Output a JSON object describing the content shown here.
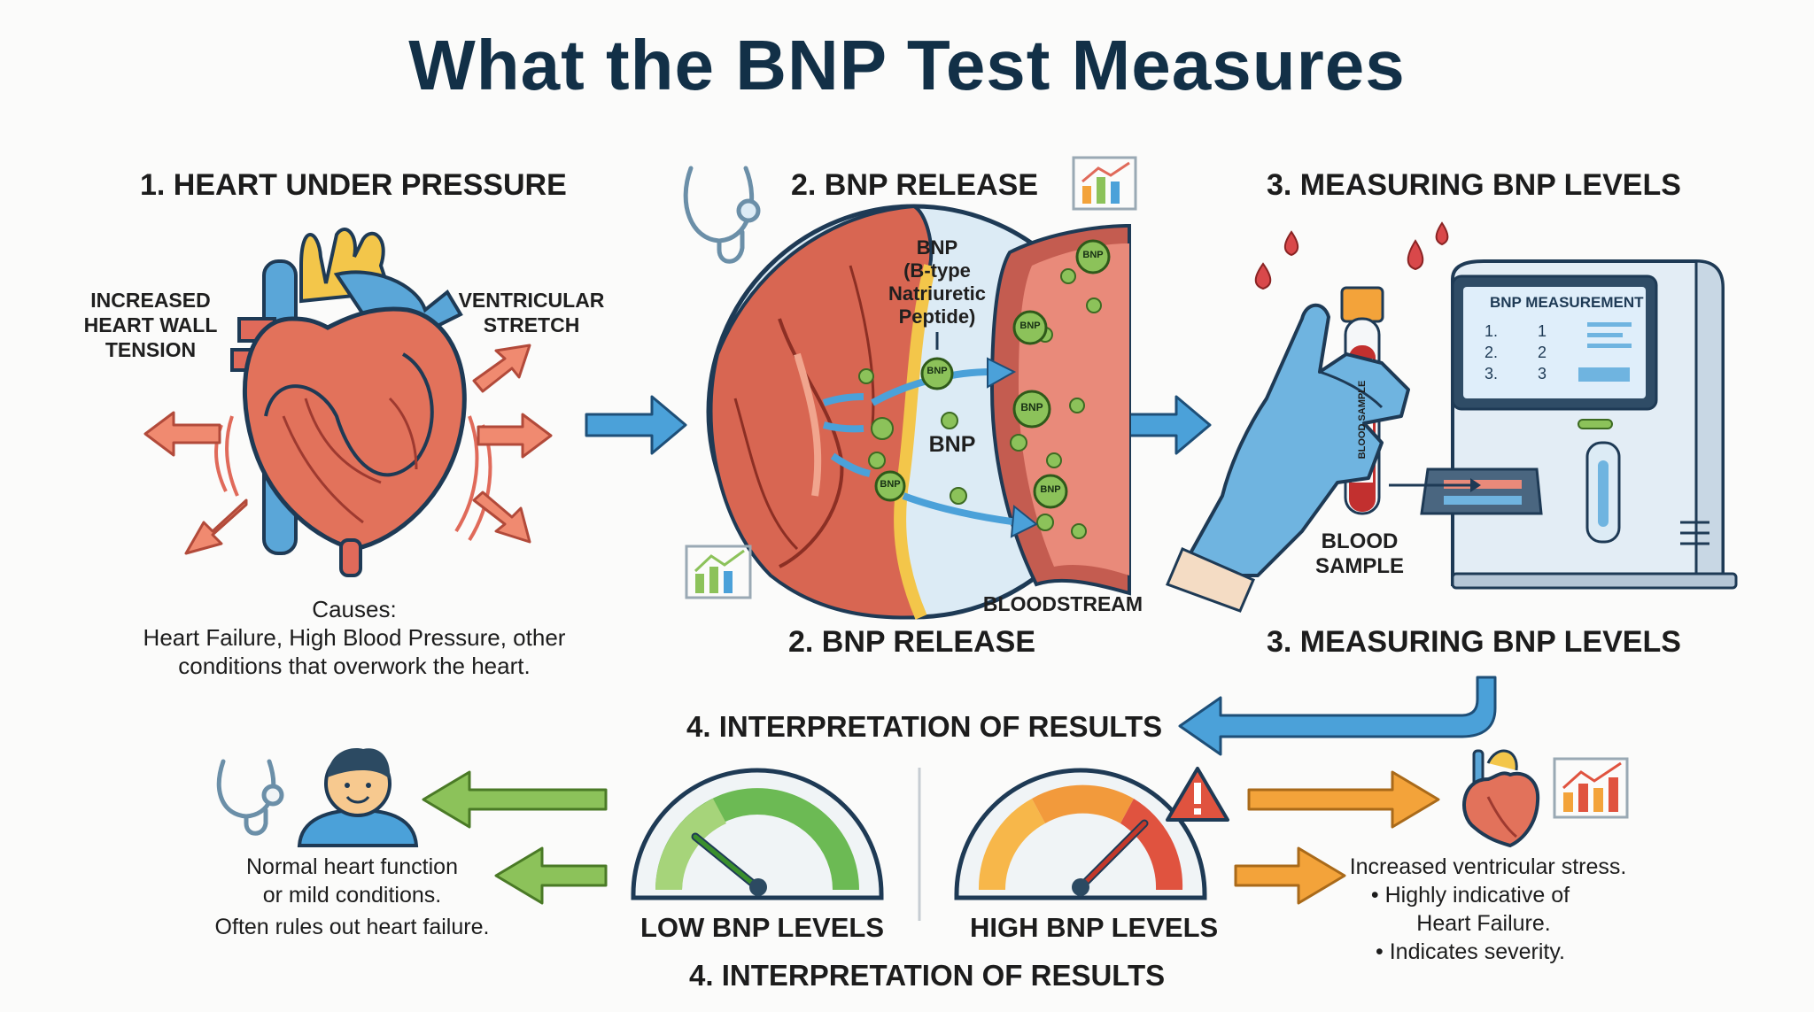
{
  "title": "What the BNP Test Measures",
  "colors": {
    "title": "#123047",
    "arrow_blue": "#4ba1d9",
    "arrow_red": "#e8806a",
    "arrow_green": "#8cc25a",
    "arrow_orange": "#f3a33a"
  },
  "section1": {
    "heading": "1. HEART UNDER PRESSURE",
    "label_left": "INCREASED HEART WALL TENSION",
    "label_right": "VENTRICULAR STRETCH",
    "causes_title": "Causes:",
    "causes_line1": "Heart Failure, High Blood Pressure, other",
    "causes_line2": "conditions that overwork the heart."
  },
  "section2": {
    "heading": "2. BNP RELEASE",
    "bnp_name_1": "BNP",
    "bnp_name_2": "(B-type",
    "bnp_name_3": "Natriuretic",
    "bnp_name_4": "Peptide)",
    "bnp_label": "BNP",
    "particle_label": "BNP",
    "bloodstream_label": "BLOODSTREAM",
    "caption": "2. BNP RELEASE"
  },
  "section3": {
    "heading": "3. MEASURING BNP LEVELS",
    "screen_title": "BNP MEASUREMENT",
    "screen_rows": [
      {
        "num": "1.",
        "val": "1"
      },
      {
        "num": "2.",
        "val": "2"
      },
      {
        "num": "3.",
        "val": "3"
      }
    ],
    "tube_label": "BLOOD SAMPLE",
    "blood_sample_line1": "BLOOD",
    "blood_sample_line2": "SAMPLE",
    "caption": "3. MEASURING BNP LEVELS"
  },
  "section4": {
    "heading": "4. INTERPRETATION OF RESULTS",
    "low_label": "LOW BNP LEVELS",
    "high_label": "HIGH BNP LEVELS",
    "low_desc_line1": "Normal heart function",
    "low_desc_line2": "or mild conditions.",
    "low_desc_line3": "Often rules out heart failure.",
    "high_desc_line1": "Increased ventricular stress.",
    "high_desc_line2": "• Highly indicative of",
    "high_desc_line3": "Heart Failure.",
    "high_desc_line4": "• Indicates severity.",
    "caption": "4. INTERPRETATION OF RESULTS"
  }
}
